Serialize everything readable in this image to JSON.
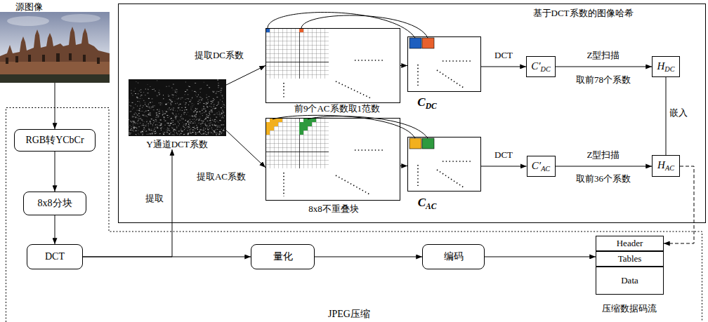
{
  "diagram": {
    "nodes": [
      {
        "text": [
          "源图像"
        ]
      },
      {
        "text": [
          "基于DCT系数的图像哈希"
        ]
      },
      {
        "text": [
          "Y通道DCT系数"
        ],
        "in": 1
      },
      {
        "text": [],
        "in": 1
      },
      {
        "text": [
          "前9个AC系数取1范数",
          "8x8不重叠块"
        ],
        "in": 1
      },
      {
        "text": [
          "CDC"
        ],
        "in": 1
      },
      {
        "text": [
          "CAC"
        ],
        "in": 1
      },
      {
        "text": [
          "C′DC"
        ],
        "in": 1
      },
      {
        "text": [
          "C′AC"
        ],
        "in": 1
      },
      {
        "text": [
          "HDC"
        ],
        "in": 1
      },
      {
        "text": [
          "HAC"
        ],
        "in": 1
      },
      {
        "text": [
          "JPEG压缩"
        ]
      },
      {
        "text": [
          "RGB转YCbCr"
        ],
        "in": 11
      },
      {
        "text": [
          "8x8分块"
        ],
        "in": 11
      },
      {
        "text": [
          "DCT"
        ],
        "in": 11
      },
      {
        "text": [
          "量化"
        ],
        "in": 11
      },
      {
        "text": [
          "编码"
        ],
        "in": 11
      },
      {
        "text": [
          "压缩数据码流"
        ],
        "in": 11
      },
      {
        "text": [
          "Header"
        ],
        "in": 17
      },
      {
        "text": [
          "Tables"
        ],
        "in": 17
      },
      {
        "text": [
          "Data"
        ],
        "in": 17
      }
    ],
    "edges": [
      {
        "from": 0,
        "to": 12,
        "arrow": "to"
      },
      {
        "from": 12,
        "to": 13,
        "arrow": "to"
      },
      {
        "from": 13,
        "to": 14,
        "arrow": "to"
      },
      {
        "from": 14,
        "to": 15,
        "arrow": "to"
      },
      {
        "from": 15,
        "to": 16,
        "arrow": "to"
      },
      {
        "from": 16,
        "to": 17,
        "arrow": "to"
      },
      {
        "from": 14,
        "to": 2,
        "label": "提取",
        "arrow": "to"
      },
      {
        "from": 2,
        "to": 3,
        "label": "提取DC系数",
        "arrow": "to"
      },
      {
        "from": 2,
        "to": 4,
        "label": "提取AC系数",
        "arrow": "to"
      },
      {
        "from": 3,
        "to": 5,
        "arrow": "to"
      },
      {
        "from": 4,
        "to": 6,
        "arrow": "to"
      },
      {
        "from": 5,
        "to": 7,
        "label": "DCT",
        "arrow": "to"
      },
      {
        "from": 6,
        "to": 8,
        "label": "DCT",
        "arrow": "to"
      },
      {
        "from": 7,
        "to": 9,
        "label": "Z型扫描",
        "arrow": "to"
      },
      {
        "from": 8,
        "to": 10,
        "label": "Z型扫描",
        "arrow": "to"
      },
      {
        "from": 9,
        "to": 10,
        "label": "嵌入",
        "arrow": "none"
      },
      {
        "from": 10,
        "to": 18,
        "arrow": "to"
      }
    ],
    "labels": [
      "取前78个系数",
      "取前36个系数"
    ]
  }
}
